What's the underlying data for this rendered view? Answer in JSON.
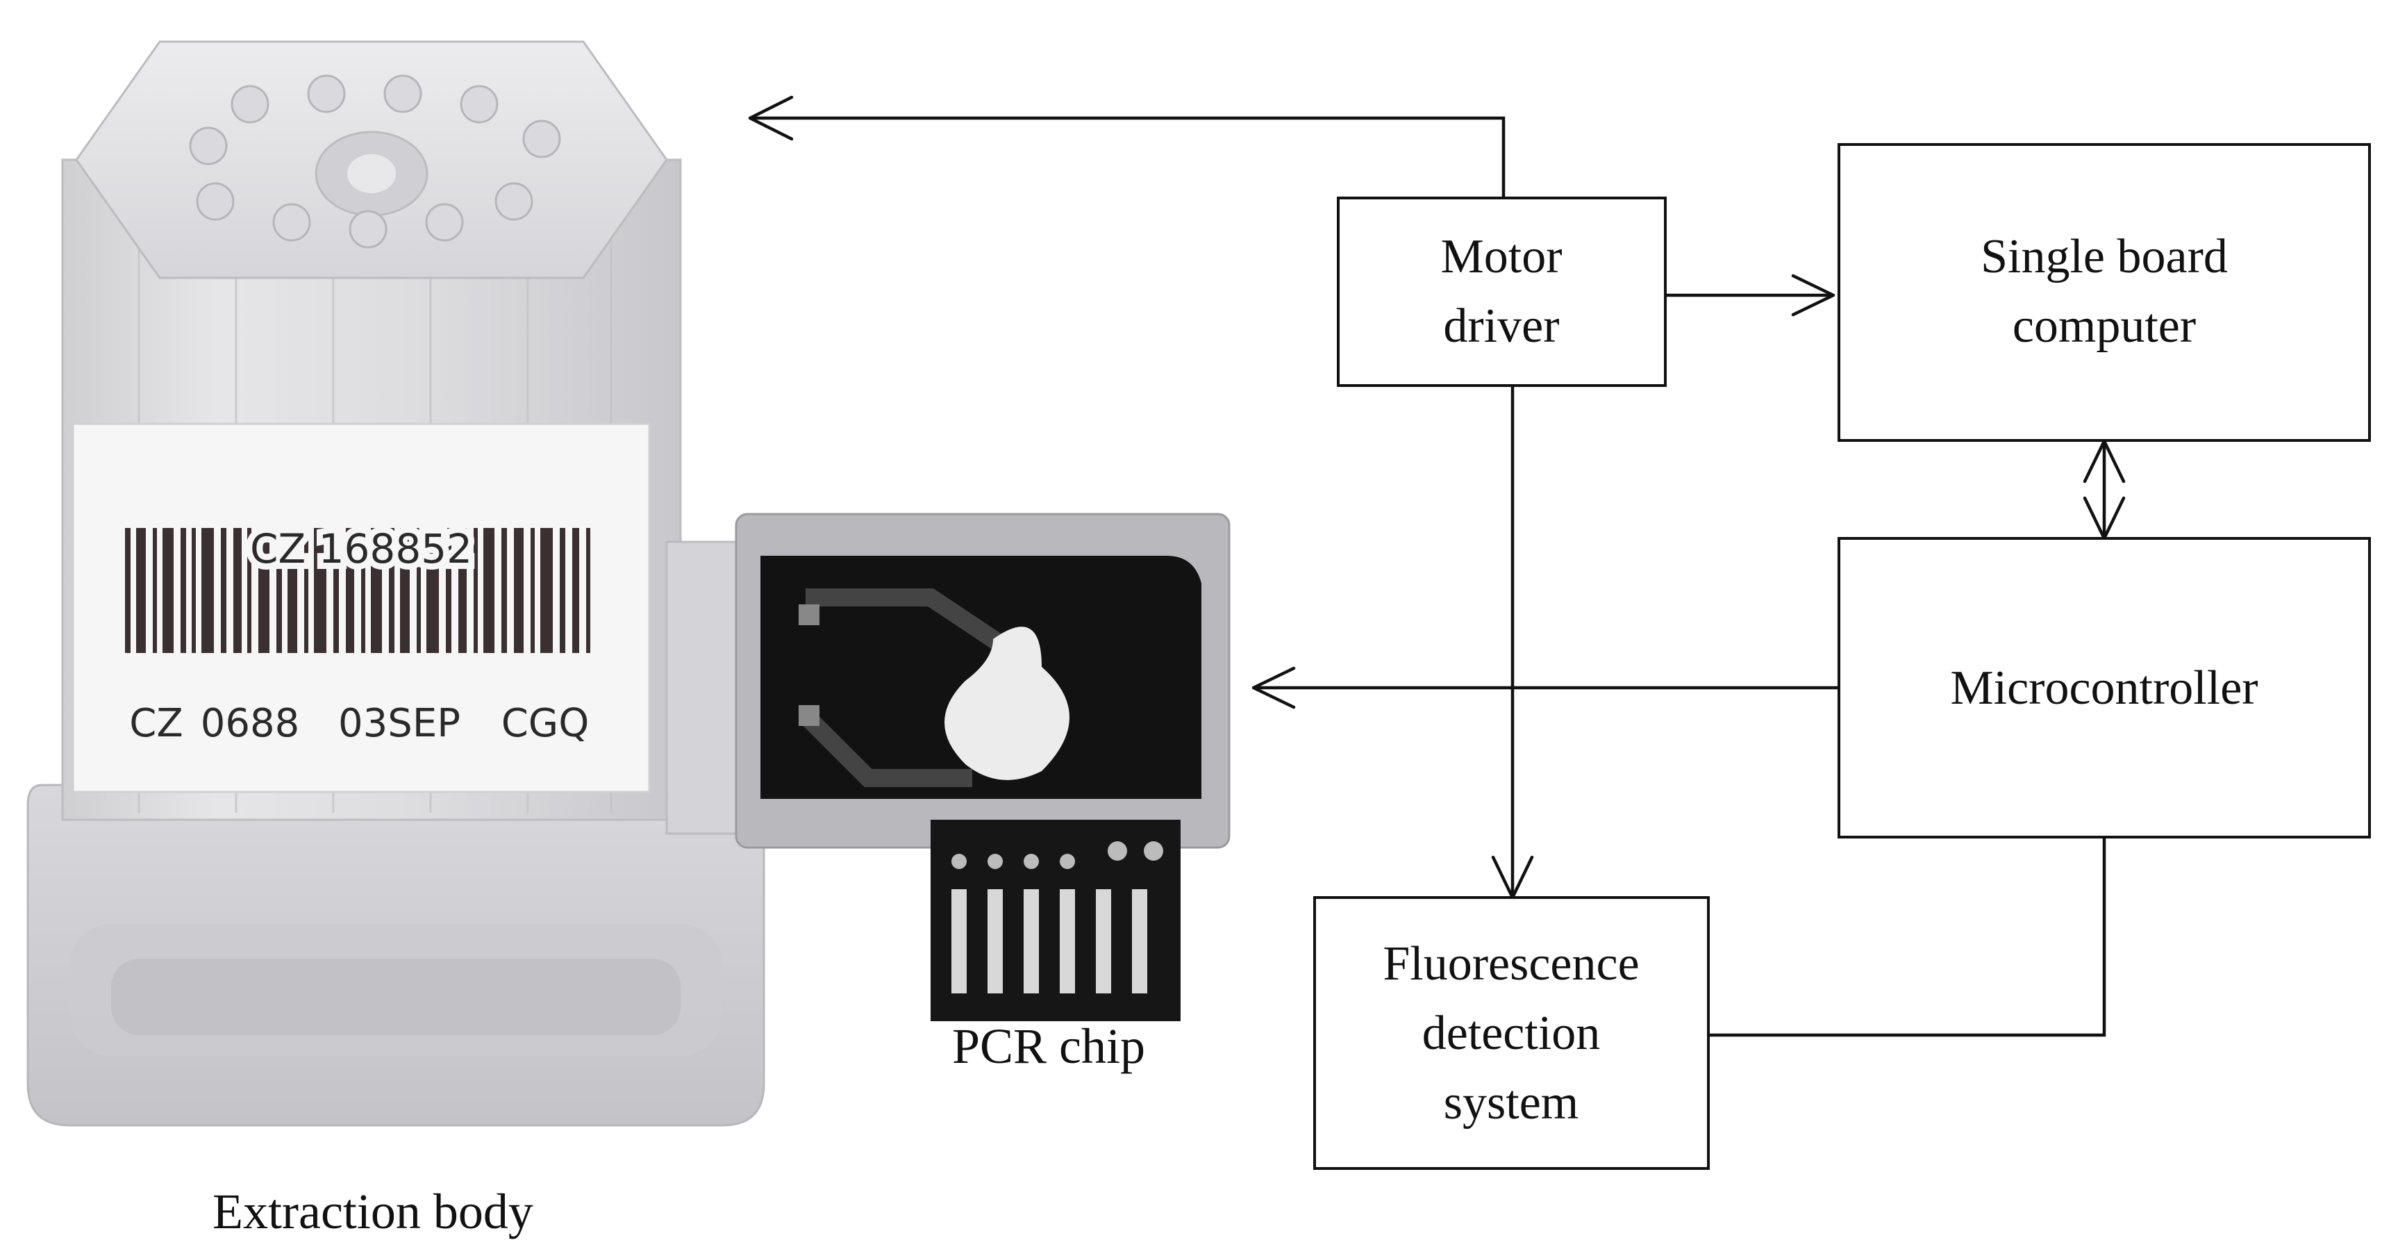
{
  "blocks": {
    "motor_driver": [
      "Motor",
      "driver"
    ],
    "single_board_computer": [
      "Single board",
      "computer"
    ],
    "microcontroller": [
      "Microcontroller"
    ],
    "fluorescence_detection_system": [
      "Fluorescence",
      "detection",
      "system"
    ]
  },
  "captions": {
    "extraction_body": "Extraction body",
    "pcr_chip": "PCR chip"
  },
  "cartridge_label": {
    "top": "CZ 168852",
    "bottom_left": "CZ",
    "bottom_1": "0688",
    "bottom_2": "03SEP",
    "bottom_3": "CGQ"
  }
}
